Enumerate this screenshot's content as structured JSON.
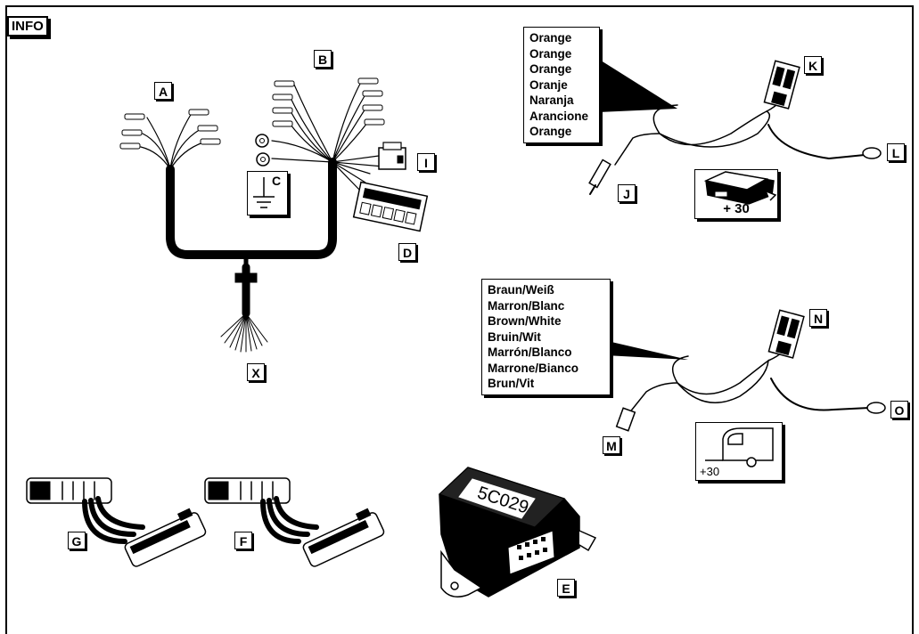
{
  "badge": "INFO",
  "labels": {
    "A": "A",
    "B": "B",
    "C": "C",
    "D": "D",
    "E": "E",
    "F": "F",
    "G": "G",
    "I": "I",
    "J": "J",
    "K": "K",
    "L": "L",
    "M": "M",
    "N": "N",
    "O": "O",
    "X": "X"
  },
  "color_box_1": [
    "Orange",
    "Orange",
    "Orange",
    "Oranje",
    "Naranja",
    "Arancione",
    "Orange"
  ],
  "color_box_2": [
    "Braun/Weiß",
    "Marron/Blanc",
    "Brown/White",
    "Bruin/Wit",
    "Marrón/Blanco",
    "Marrone/Bianco",
    "Brun/Vit"
  ],
  "plus30_label": "+ 30",
  "trailer_label": "+30",
  "module_text": "5C029",
  "icons": {
    "ground": "ground-symbol-icon",
    "module": "control-module-icon",
    "trailer": "trailer-icon"
  }
}
